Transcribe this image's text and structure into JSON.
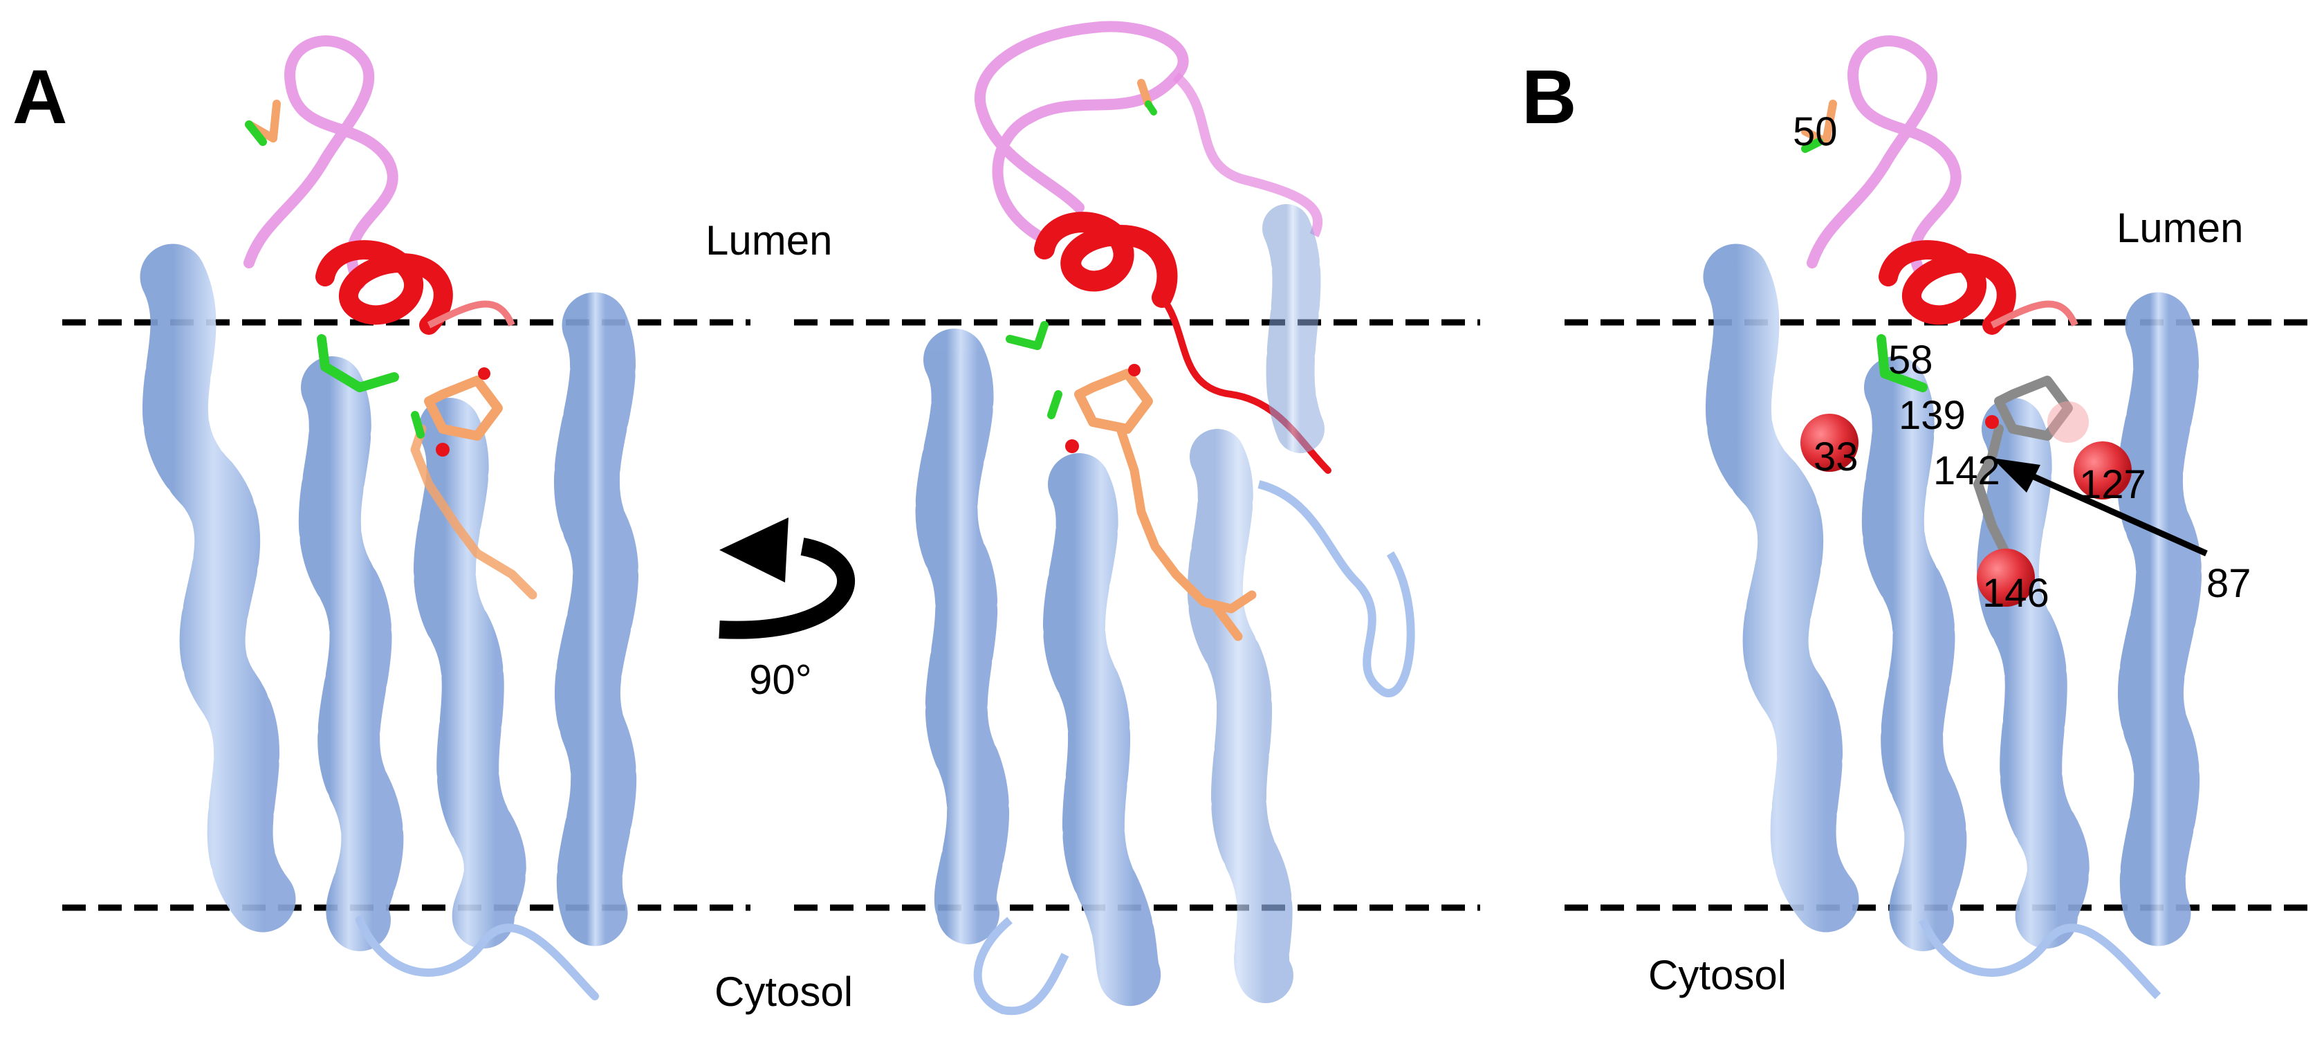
{
  "panels": {
    "a": {
      "letter": "A"
    },
    "b": {
      "letter": "B"
    }
  },
  "regions": {
    "lumen_a": "Lumen",
    "cytosol_a": "Cytosol",
    "lumen_b": "Lumen",
    "cytosol_b": "Cytosol"
  },
  "rotation": {
    "label": "90°"
  },
  "residues": {
    "r50": "50",
    "r58": "58",
    "r139": "139",
    "r33": "33",
    "r142": "142",
    "r127": "127",
    "r146": "146",
    "r87": "87"
  },
  "colors": {
    "helix": "#a9c3ee",
    "helix_dark": "#7f9fd6",
    "loop_pink": "#e58ee2",
    "loop_red": "#e8121a",
    "ligand": "#f4a36a",
    "sulfur_green": "#2bd12b",
    "oxygen_red": "#e8121a",
    "sphere_red": "#e3323a",
    "gray_ligand": "#8a8a8a"
  }
}
